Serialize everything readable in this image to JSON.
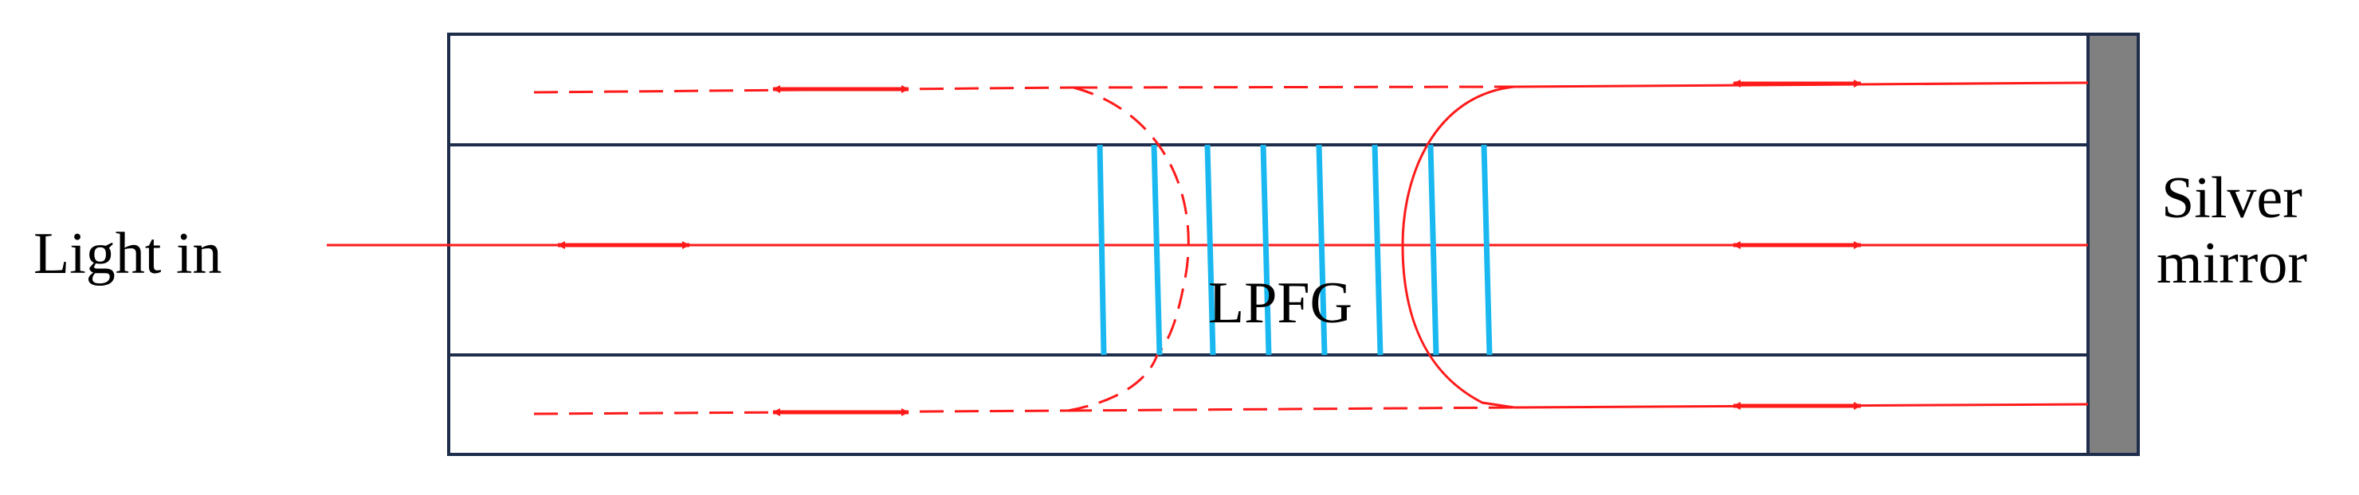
{
  "labels": {
    "input": "Light in",
    "grating": "LPFG",
    "mirror_line1": "Silver",
    "mirror_line2": "mirror"
  },
  "colors": {
    "outline": "#1f2d4d",
    "light": "#ff1a1a",
    "grating": "#1ab8f0",
    "mirror": "#808080",
    "text": "#000000"
  }
}
